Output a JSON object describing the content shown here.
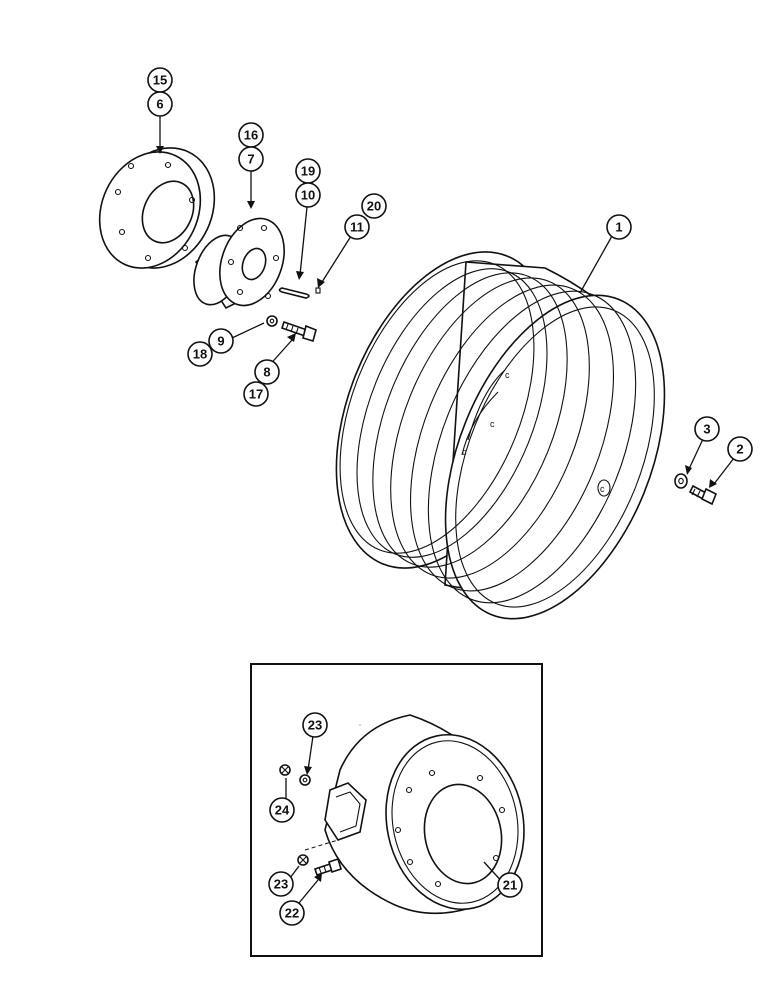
{
  "callouts": {
    "c15": "15",
    "c6": "6",
    "c16": "16",
    "c7": "7",
    "c19": "19",
    "c10": "10",
    "c20": "20",
    "c11": "11",
    "c1": "1",
    "c9": "9",
    "c18": "18",
    "c8": "8",
    "c17": "17",
    "c3": "3",
    "c2": "2",
    "c23a": "23",
    "c24": "24",
    "c23b": "23",
    "c22": "22",
    "c21": "21"
  },
  "icons": {
    "wheel_rim": "wheel-rim-icon",
    "hub_flange": "hub-flange-icon",
    "hub": "hub-icon",
    "key": "key-icon",
    "bolt": "bolt-icon",
    "washer": "washer-icon",
    "wheel_weight": "wheel-weight-icon"
  },
  "colors": {
    "line": "#111111",
    "background": "#ffffff"
  }
}
